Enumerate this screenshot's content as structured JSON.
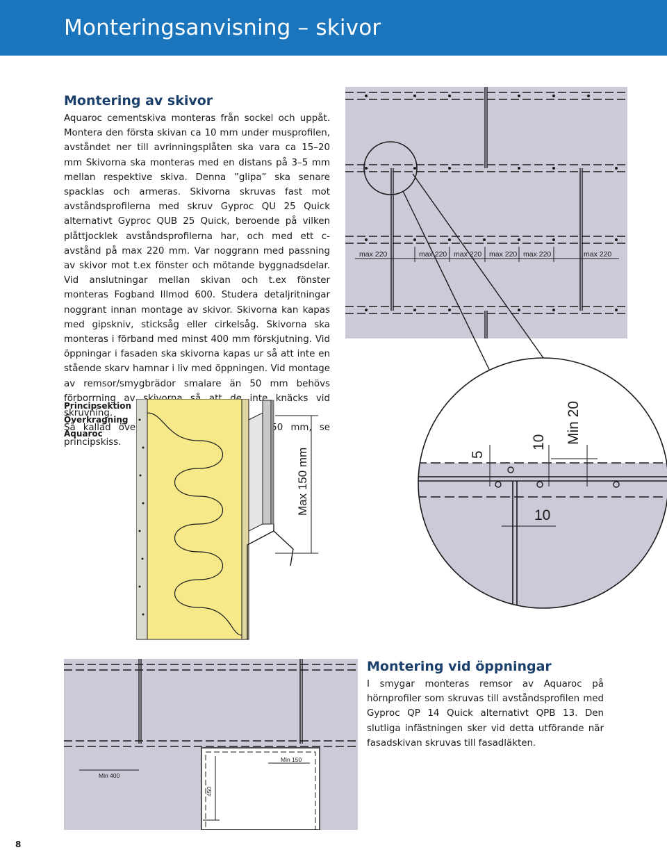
{
  "header": {
    "title": "Monteringsanvisning – skivor"
  },
  "section_montering": {
    "title": "Montering av skivor",
    "paragraphs": [
      "Aquaroc cementskiva monteras från sockel och uppåt. Montera den första skivan ca 10 mm under musprofilen, avståndet ner till avrinningsplåten ska vara ca 15–20 mm Skivorna ska monteras med en distans på 3–5 mm mellan respektive skiva. Denna ”glipa” ska senare spacklas och armeras. Skivorna skruvas fast mot avståndsprofilerna med skruv Gyproc QU 25 Quick alternativt Gyproc QUB 25 Quick, beroende på vilken plåttjocklek avståndsprofilerna har, och med ett c-avstånd på max 220 mm. Var noggrann med passning av skivor mot t.ex fönster och mötande byggnadsdelar. Vid anslutningar mellan skivan och t.ex fönster monteras Fogband Illmod 600. Studera detaljritningar noggrant innan montage av skivor. Skivorna kan kapas med gipskniv, sticksåg eller cirkelsåg. Skivorna ska monteras i förband med minst 400 mm förskjutning. Vid öppningar i fasaden ska skivorna kapas ur så att inte en stående skarv hamnar i liv med öppningen. Vid montage av remsor/smygbrädor smalare än 50 mm behövs förborrning av skivorna så att de inte knäcks vid skruvning.",
      "Så kallad överkragning får vara max 150 mm, se principskiss."
    ]
  },
  "panel_figure": {
    "spacing_labels": [
      "max 220",
      "max 220",
      "max 220",
      "max 220",
      "max 220",
      "max 220"
    ]
  },
  "detail_figure": {
    "dims": {
      "five": "5",
      "ten_top": "10",
      "min20": "Min 20",
      "ten_bottom": "10"
    }
  },
  "section_caption": {
    "lines": [
      "Principsektion",
      "Överkragning",
      "Aquaroc"
    ]
  },
  "section_figure": {
    "dim_label": "Max 150 mm"
  },
  "section_oppningar": {
    "title": "Montering vid öppningar",
    "paragraph": "I smygar monteras remsor av Aquaroc på hörnprofiler som skruvas till avståndsprofilen med Gyproc QP 14 Quick alternativt QPB 13. Den slutliga infästningen sker vid detta utförande när fasadskivan skruvas till fasadläkten."
  },
  "opening_figure": {
    "labels": {
      "min400": "Min 400",
      "min150": "Min 150",
      "h450": "450"
    }
  },
  "colors": {
    "header_blue": "#1a75bc",
    "board_gray": "#cacad8",
    "insulation_yellow": "#f7e98a",
    "title_navy": "#1b3f6b"
  },
  "page_number": "8"
}
